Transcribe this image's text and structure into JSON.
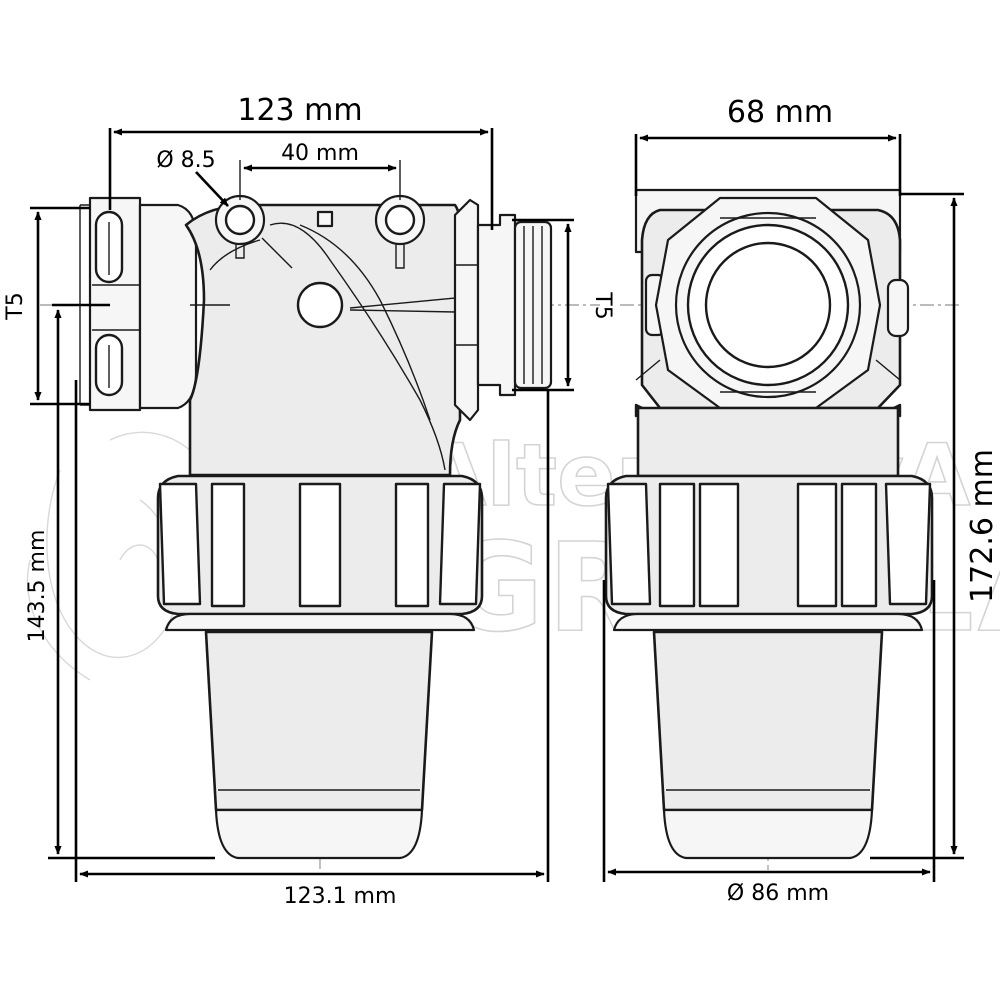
{
  "dimensions": {
    "top_width_left": "123 mm",
    "hole_diameter": "Ø 8.5",
    "hole_spacing": "40 mm",
    "top_width_right": "68 mm",
    "thread_left": "T5",
    "thread_right": "T5",
    "left_height": "143.5 mm",
    "total_height": "172.6 mm",
    "bottom_width_left": "123.1 mm",
    "bowl_diameter": "Ø 86 mm"
  },
  "watermark": {
    "line1": "AlternativA",
    "line2": "AGRICOLA"
  }
}
